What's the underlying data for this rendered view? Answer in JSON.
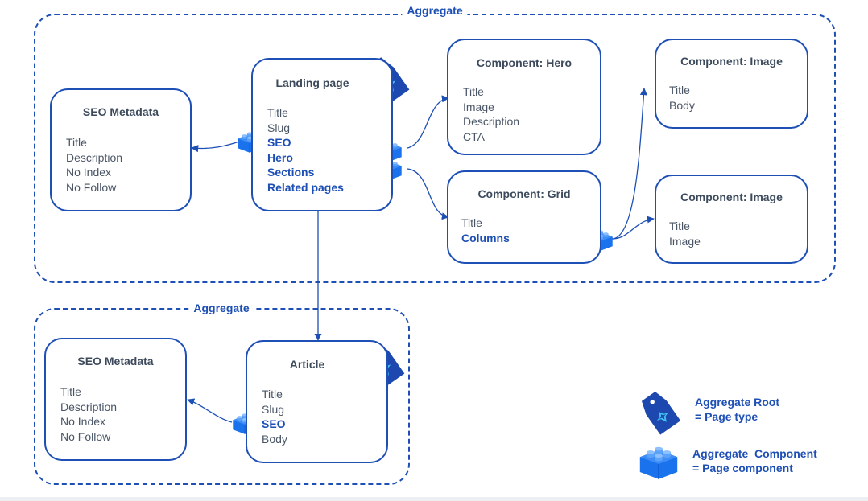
{
  "aggregates": {
    "top": {
      "label": "Aggregate"
    },
    "bottom": {
      "label": "Aggregate"
    }
  },
  "nodes": {
    "seo_metadata_top": {
      "title": "SEO Metadata",
      "fields": [
        {
          "text": "Title",
          "link": false
        },
        {
          "text": "Description",
          "link": false
        },
        {
          "text": "No Index",
          "link": false
        },
        {
          "text": "No Follow",
          "link": false
        }
      ]
    },
    "landing_page": {
      "title": "Landing page",
      "fields": [
        {
          "text": "Title",
          "link": false
        },
        {
          "text": "Slug",
          "link": false
        },
        {
          "text": "SEO",
          "link": true
        },
        {
          "text": "Hero",
          "link": true
        },
        {
          "text": "Sections",
          "link": true
        },
        {
          "text": "Related pages",
          "link": true
        }
      ]
    },
    "component_hero": {
      "title": "Component: Hero",
      "fields": [
        {
          "text": "Title",
          "link": false
        },
        {
          "text": "Image",
          "link": false
        },
        {
          "text": "Description",
          "link": false
        },
        {
          "text": "CTA",
          "link": false
        }
      ]
    },
    "component_grid": {
      "title": "Component: Grid",
      "fields": [
        {
          "text": "Title",
          "link": false
        },
        {
          "text": "Columns",
          "link": true
        }
      ]
    },
    "component_image_1": {
      "title": "Component: Image",
      "fields": [
        {
          "text": "Title",
          "link": false
        },
        {
          "text": "Body",
          "link": false
        }
      ]
    },
    "component_image_2": {
      "title": "Component: Image",
      "fields": [
        {
          "text": "Title",
          "link": false
        },
        {
          "text": "Image",
          "link": false
        }
      ]
    },
    "seo_metadata_bottom": {
      "title": "SEO Metadata",
      "fields": [
        {
          "text": "Title",
          "link": false
        },
        {
          "text": "Description",
          "link": false
        },
        {
          "text": "No Index",
          "link": false
        },
        {
          "text": "No Follow",
          "link": false
        }
      ]
    },
    "article": {
      "title": "Article",
      "fields": [
        {
          "text": "Title",
          "link": false
        },
        {
          "text": "Slug",
          "link": false
        },
        {
          "text": "SEO",
          "link": true
        },
        {
          "text": "Body",
          "link": false
        }
      ]
    }
  },
  "legend": {
    "root_line1": "Aggregate Root",
    "root_line2": "= Page type",
    "component_line1": "Aggregate  Component",
    "component_line2": "= Page component"
  },
  "icons": {
    "aggregate_root": "price-tag-icon",
    "aggregate_component": "lego-brick-icon"
  },
  "colors": {
    "accent": "#1d4fb5",
    "brick": "#1a73ec",
    "brick_top": "#3e8cf6",
    "tag": "#1d48b0",
    "tag_inner": "#41c0f0",
    "text": "#4a5566"
  }
}
